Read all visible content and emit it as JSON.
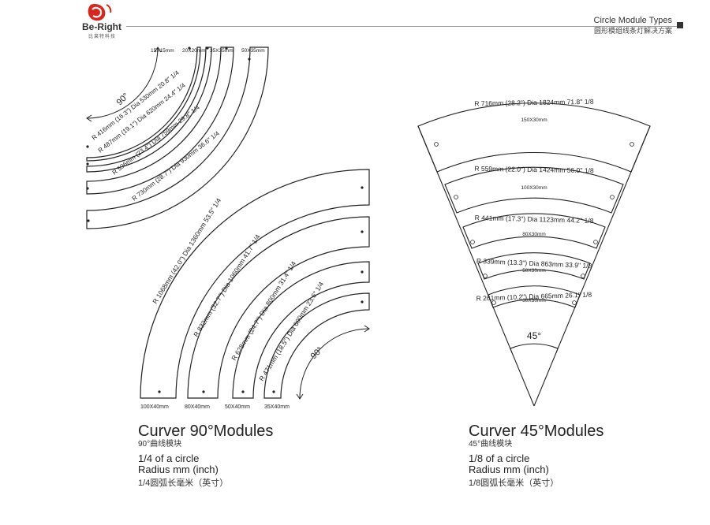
{
  "brand": {
    "name": "Be-Right",
    "subtitle": "比莱特科技"
  },
  "header": {
    "title": "Circle Module Types",
    "subtitle": "圆形模组线条灯解决方案"
  },
  "diagram90": {
    "top_widths": [
      "15X15mm",
      "20X20mm",
      "35X35mm",
      "50X35mm"
    ],
    "top_angle": "90°",
    "top_arcs": [
      "R 416mm (16.3\") Dia 530mm 20.8\" 1/4",
      "R 487mm (19.1\") Dia 620mm 24.4\" 1/4",
      "R 596mm (23.4\") Dia 759mm 29.8\" 1/4",
      "R 730mm (28.7\") Dia 930mm 36.6\" 1/4"
    ],
    "bottom_arcs": [
      "R 1068mm (42.0\") Dia 1360mm 53.5\" 1/4",
      "R 832mm (32.7\") Dia 1060mm 41.7\" 1/4",
      "R 628mm (24.7\") Dia 800mm 31.4\" 1/4",
      "R 471mm (18.5\") Dia 600mm 23.6\" 1/4"
    ],
    "bottom_widths": [
      "100X40mm",
      "80X40mm",
      "50X40mm",
      "35X40mm"
    ],
    "bottom_angle": "90°"
  },
  "diagram45": {
    "arcs": [
      "R 716mm (28.2\") Dia 1824mm 71.8'' 1/8",
      "R 559mm (22.0\") Dia 1424mm 56.0'' 1/8",
      "R 441mm (17.3\") Dia 1123mm 44.2'' 1/8",
      "R 339mm (13.3\") Dia 863mm 33.9'' 1/8",
      "R 261mm (10.2\") Dia 665mm 26.1'' 1/8"
    ],
    "widths": [
      "150X30mm",
      "100X30mm",
      "80X30mm",
      "50X30mm",
      "30X30mm"
    ],
    "angle": "45°"
  },
  "caption90": {
    "title": "Curver 90°Modules",
    "subtitle": "90°曲线模块",
    "line1": "1/4 of a circle",
    "line2": "Radius mm (inch)",
    "line3": "1/4圆弧长毫米（英寸）"
  },
  "caption45": {
    "title": "Curver 45°Modules",
    "subtitle": "45°曲线模块",
    "line1": "1/8 of a circle",
    "line2": "Radius mm (inch)",
    "line3": "1/8圆弧长毫米（英寸）"
  },
  "colors": {
    "logo_red": "#d7261e",
    "stroke": "#222222",
    "text": "#222222"
  }
}
